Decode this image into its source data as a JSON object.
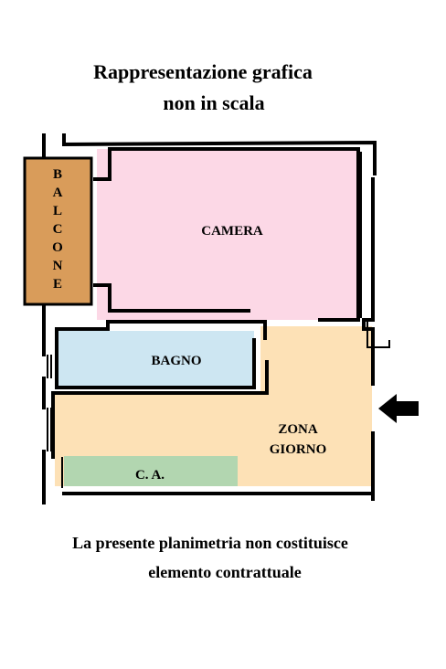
{
  "header": {
    "line1": "Rappresentazione grafica",
    "line2": "non in scala"
  },
  "rooms": {
    "balcone": "BALCONE",
    "camera": "CAMERA",
    "bagno": "BAGNO",
    "zona_giorno_1": "ZONA",
    "zona_giorno_2": "GIORNO",
    "ca": "C. A."
  },
  "footer": {
    "line1": "La presente planimetria non costituisce",
    "line2": "elemento   contrattuale"
  },
  "colors": {
    "camera": "#fcd8e6",
    "bagno": "#cde6f2",
    "zona_giorno": "#fde1b6",
    "ca": "#b2d6b0",
    "balcone": "#d99c5a",
    "wall": "#000000"
  }
}
